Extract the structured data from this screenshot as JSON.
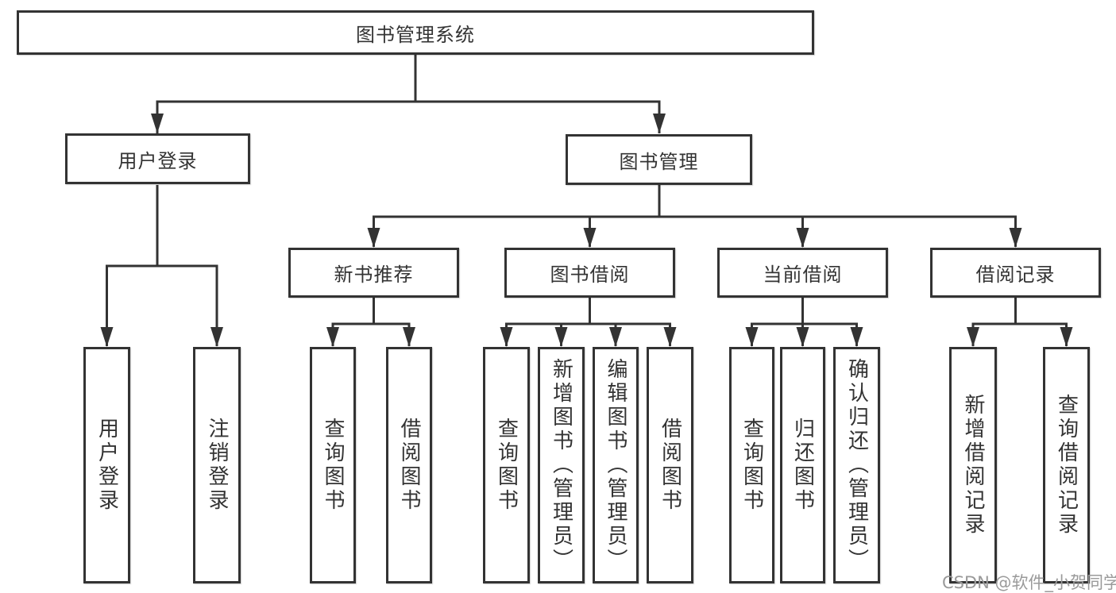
{
  "colors": {
    "line": "#333333",
    "node_border": "#333333",
    "text": "#333333",
    "watermark": "#9a9a9a",
    "background": "#ffffff"
  },
  "watermark": {
    "text": "CSDN @软件_小贺同学"
  },
  "tree": {
    "root": {
      "label": "图书管理系统"
    },
    "branches": [
      {
        "label": "用户登录",
        "children": [
          {
            "label": "用户登录"
          },
          {
            "label": "注销登录"
          }
        ]
      },
      {
        "label": "图书管理",
        "children": [
          {
            "label": "新书推荐",
            "children": [
              {
                "label": "查询图书"
              },
              {
                "label": "借阅图书"
              }
            ]
          },
          {
            "label": "图书借阅",
            "children": [
              {
                "label": "查询图书"
              },
              {
                "label": "新增图书（管理员）"
              },
              {
                "label": "编辑图书（管理员）"
              },
              {
                "label": "借阅图书"
              }
            ]
          },
          {
            "label": "当前借阅",
            "children": [
              {
                "label": "查询图书"
              },
              {
                "label": "归还图书"
              },
              {
                "label": "确认归还（管理员）"
              }
            ]
          },
          {
            "label": "借阅记录",
            "children": [
              {
                "label": "新增借阅记录"
              },
              {
                "label": "查询借阅记录"
              }
            ]
          }
        ]
      }
    ]
  }
}
